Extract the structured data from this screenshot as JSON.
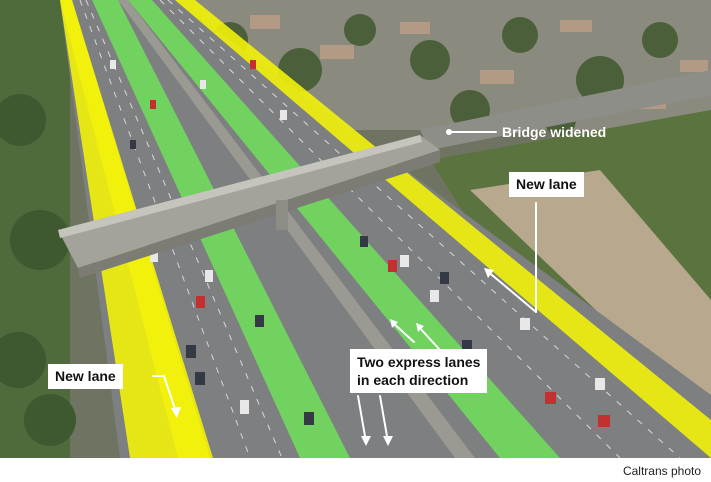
{
  "labels": {
    "bridge": "Bridge widened",
    "new_lane_right": "New lane",
    "new_lane_left": "New lane",
    "express_line1": "Two express lanes",
    "express_line2": "in each direction"
  },
  "credit": "Caltrans photo",
  "colors": {
    "new_lane_overlay": "#f2f20a",
    "express_lane_overlay": "#6ee05a",
    "pavement": "#7d7f80",
    "vegetation": "#4f6a3b",
    "bridge": "#a4a39b",
    "arrow": "#ffffff"
  }
}
